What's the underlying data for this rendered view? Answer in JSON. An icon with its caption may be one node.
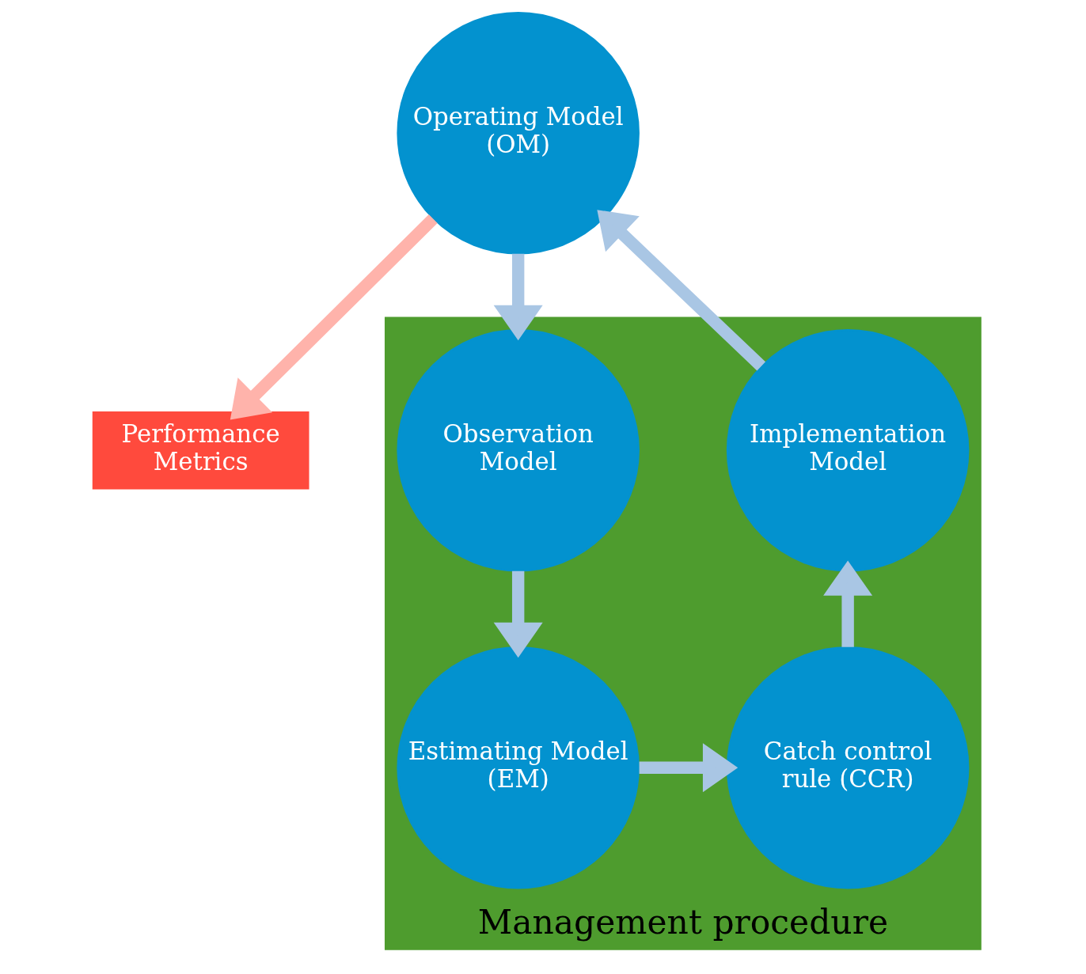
{
  "diagram": {
    "nodes": [
      {
        "text": [
          "Operating Model (OM)"
        ]
      },
      {
        "text": [
          "Performance Metrics"
        ]
      },
      {
        "text": [
          "Management procedure"
        ]
      },
      {
        "text": [
          "Implementation Model"
        ],
        "in": 2
      },
      {
        "text": [
          "Observation Model"
        ],
        "in": 2
      },
      {
        "text": [
          "Catch control rule (CCR)"
        ],
        "in": 2
      },
      {
        "text": [
          "Estimating Model (EM)"
        ],
        "in": 2
      }
    ],
    "edges": [
      {
        "from": 0,
        "to": 1,
        "arrow": "to",
        "color": "#ffb3ab"
      },
      {
        "from": 0,
        "to": 4,
        "arrow": "to"
      },
      {
        "from": 4,
        "to": 6,
        "arrow": "to"
      },
      {
        "from": 6,
        "to": 5,
        "arrow": "to"
      },
      {
        "from": 5,
        "to": 3,
        "arrow": "to"
      },
      {
        "from": 3,
        "to": 0,
        "arrow": "to"
      }
    ]
  }
}
